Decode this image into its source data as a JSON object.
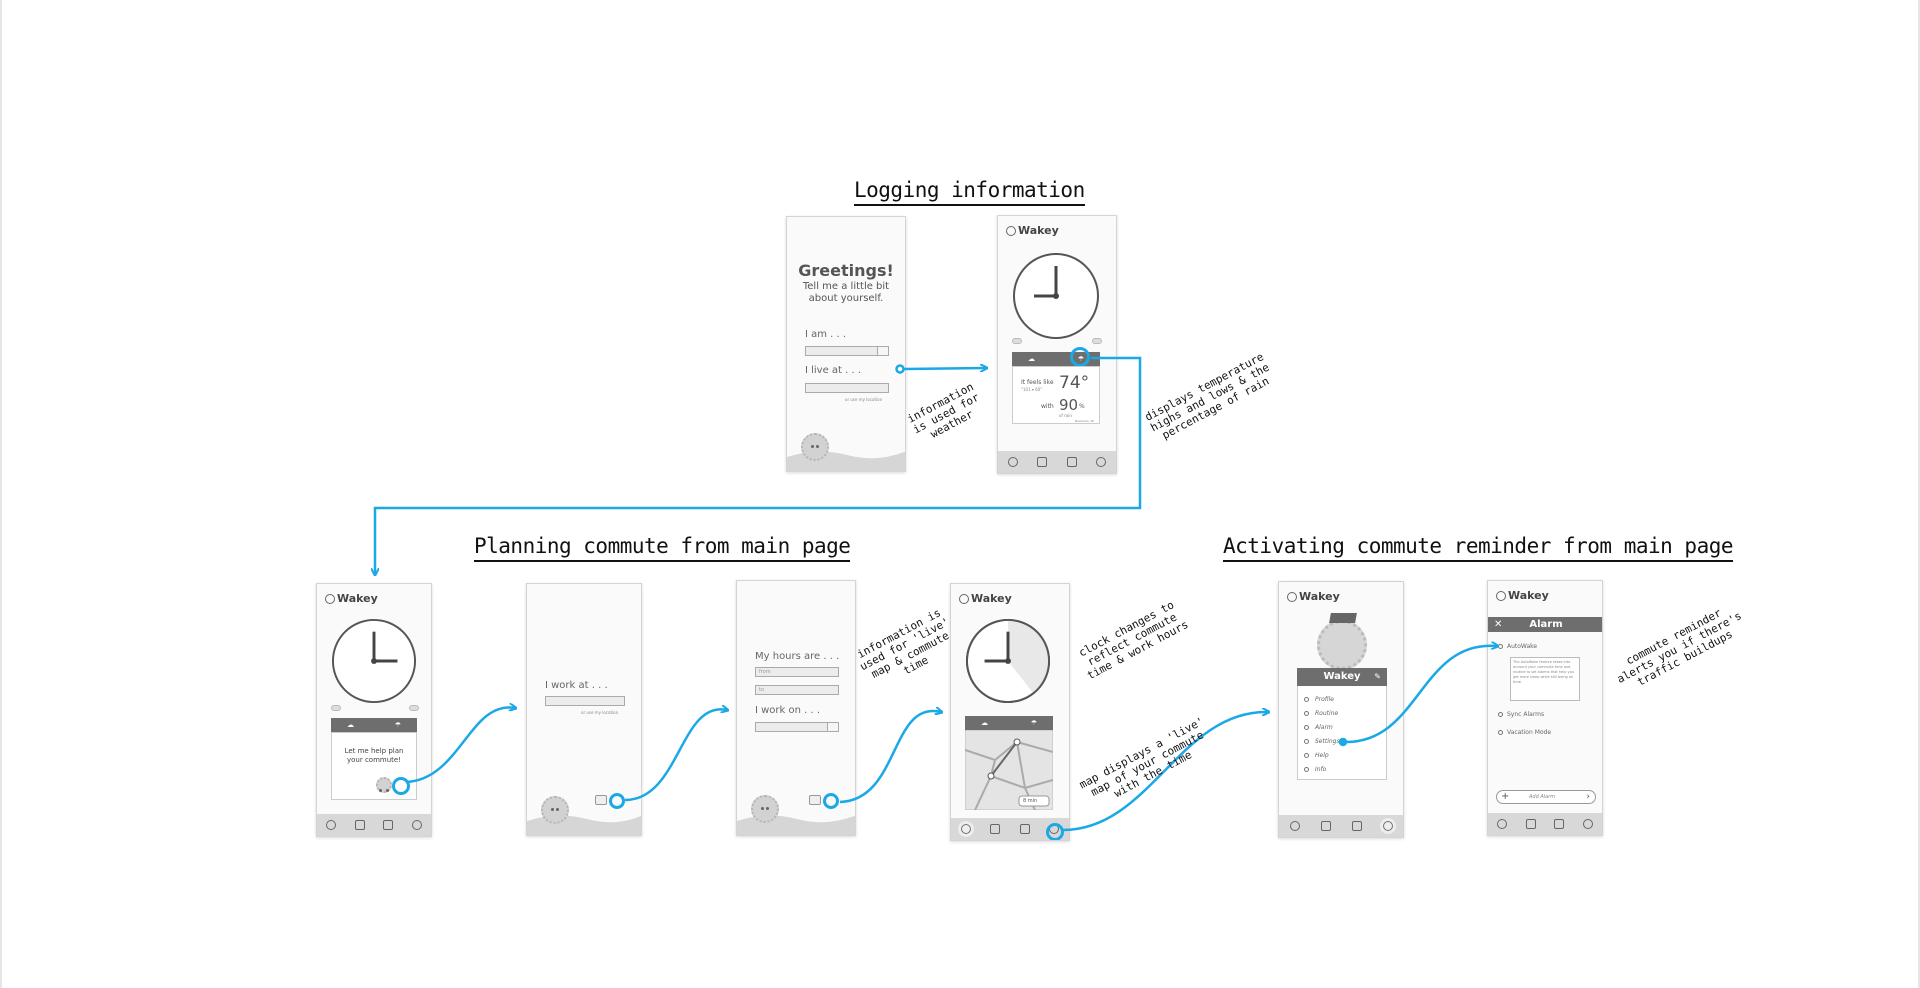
{
  "sections": {
    "logging": "Logging information",
    "planning": "Planning commute from main page",
    "activating": "Activating commute reminder from  main page"
  },
  "annotations": {
    "info_weather": "information\nis used for\nweather",
    "temps": "displays temperature\nhighs and lows & the\npercentage of rain",
    "info_live": "information is\nused for 'live'\nmap & commute\ntime",
    "clock_changes": "clock changes to\nreflect commute\ntime & work hours",
    "map_live": "map displays a 'live'\nmap of your commute\nwith the time",
    "reminder": "commute reminder\nalerts you if there's\ntraffic buildups"
  },
  "app": {
    "logo": "Wakey"
  },
  "greeting": {
    "title": "Greetings!",
    "subtitle": "Tell me a little bit\nabout yourself.",
    "i_am": "I am . . .",
    "i_live": "I live at . . .",
    "location_hint": "or use my location"
  },
  "weather": {
    "feels_like": "It feels like",
    "range": "°101 ▾ 60°",
    "temp": "74°",
    "with": "with",
    "rain": "90",
    "rain_unit": "%",
    "rain_label": "of rain",
    "location": "Nashville, IN"
  },
  "plan": {
    "text": "Let me help plan\nyour commute!"
  },
  "work": {
    "label": "I work at . . .",
    "hint": "or use my location"
  },
  "hours": {
    "label": "My hours are . . .",
    "from": "from",
    "to": "to",
    "days": "I work on . . ."
  },
  "map": {
    "eta": "8 min"
  },
  "profile": {
    "name": "Wakey",
    "menu": [
      "Profile",
      "Routine",
      "Alarm",
      "Settings",
      "Help",
      "Info"
    ]
  },
  "alarm": {
    "title": "Alarm",
    "autowake": "AutoWake",
    "description": "The AutoWake feature takes into account your commute time and routine to set alarms that help you get more sleep while still being on time.",
    "options": [
      "Sync Alarms",
      "Vacation Mode"
    ],
    "add": "Add Alarm"
  },
  "colors": {
    "accent": "#1ba8e6",
    "bar": "#6e6e6e",
    "nav": "#d8d8d8"
  }
}
